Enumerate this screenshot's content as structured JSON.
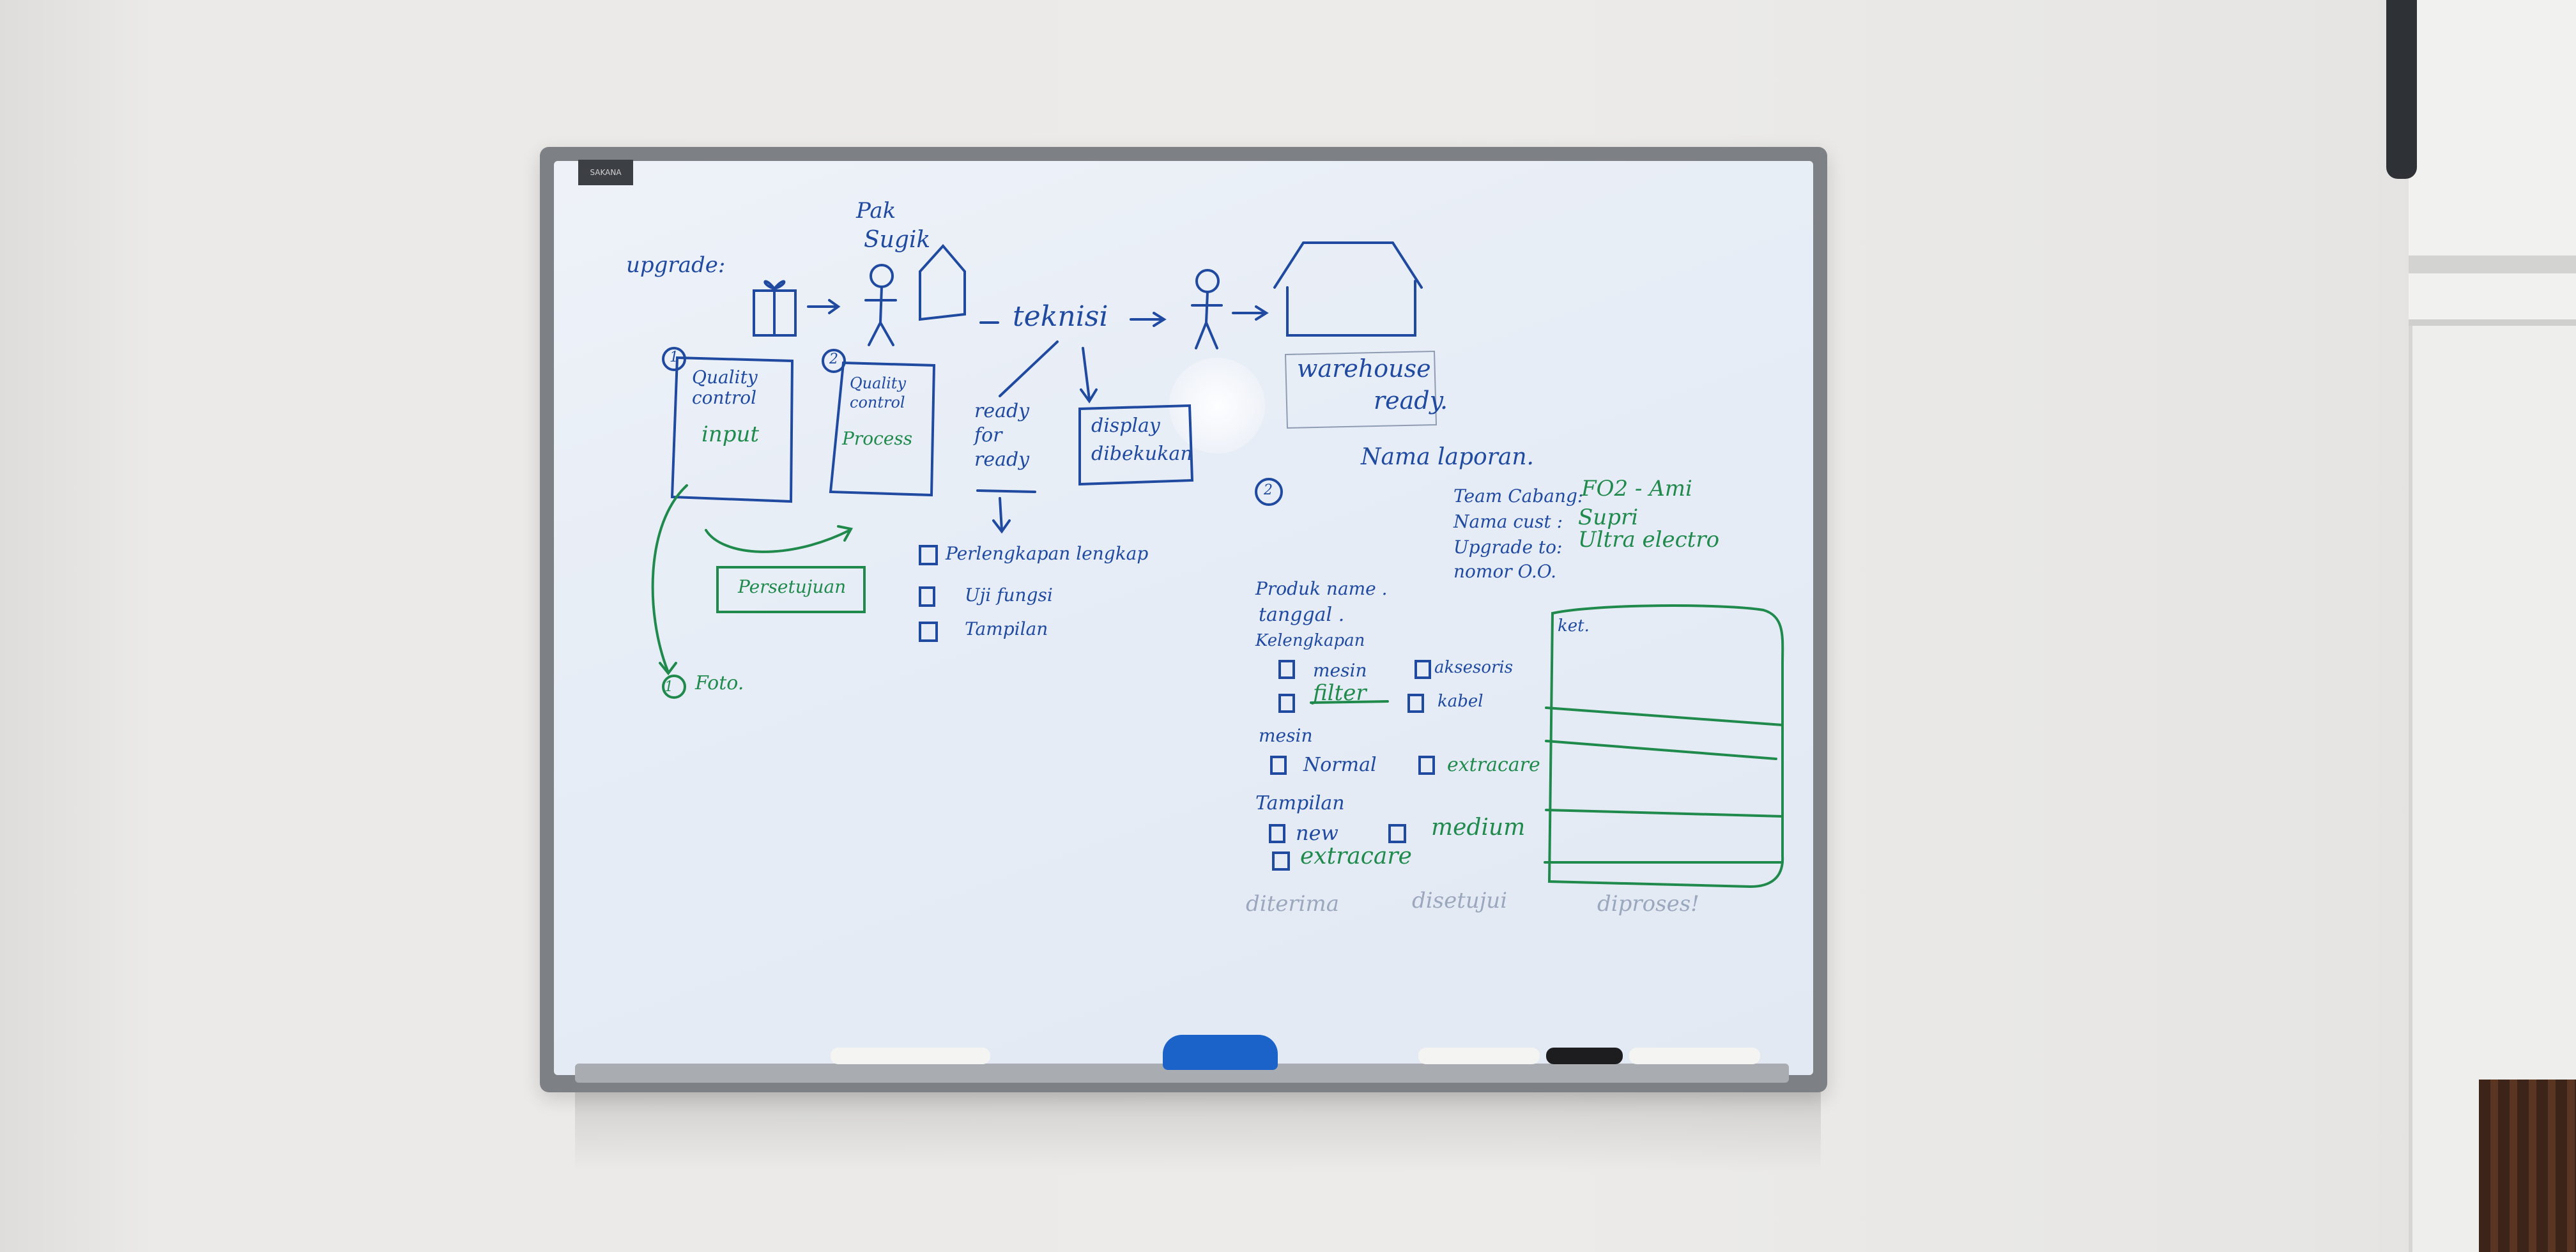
{
  "whiteboard": {
    "brand_tag": "SAKANA",
    "flow": {
      "upgrade_label": "upgrade:",
      "pak_label": "Pak",
      "sugik_label": "Sugik",
      "teknisi_label": "teknisi",
      "warehouse_label": "warehouse",
      "ready_label": "ready."
    },
    "boxes": {
      "box1_number": "1",
      "box1_title": "Quality control",
      "box1_sub": "input",
      "box2_number": "2",
      "box2_title": "Quality control",
      "box2_sub": "Process",
      "ready_for_ready": "ready for ready",
      "display_dibekukan": "display dibekukan",
      "persetujuan": "Persetujuan",
      "foto": "Foto."
    },
    "checklist_left": {
      "item1": "Perlengkapan lengkap",
      "item2": "Uji fungsi",
      "item3": "Tampilan"
    },
    "form": {
      "number": "2",
      "nama_laporan": "Nama laporan.",
      "team_cabang_label": "Team Cabang:",
      "team_cabang_value": "FO2 - Ami",
      "nama_cust_label": "Nama cust :",
      "nama_cust_value": "Supri",
      "upgrade_to_label": "Upgrade to:",
      "upgrade_to_value": "Ultra electro",
      "nomor_label": "nomor O.O.",
      "produk_name": "Produk name .",
      "tanggal": "tanggal .",
      "kelengkapan": "Kelengkapan",
      "mesin_opt": "mesin",
      "aksesoris_opt": "aksesoris",
      "filter_opt": "filter",
      "kabel_opt": "kabel",
      "mesin_head": "mesin",
      "normal_opt": "Normal",
      "extracare_opt1": "extracare",
      "tampilan_head": "Tampilan",
      "new_opt": "new",
      "medium_opt": "medium",
      "extracare_opt2": "extracare",
      "diterima": "diterima",
      "disetujui": "disetujui",
      "diproses": "diproses!",
      "ket": "ket."
    }
  },
  "colors": {
    "ink_blue": "#1f4aa0",
    "ink_green": "#1f8a4c",
    "eraser": "#1b63c9"
  }
}
